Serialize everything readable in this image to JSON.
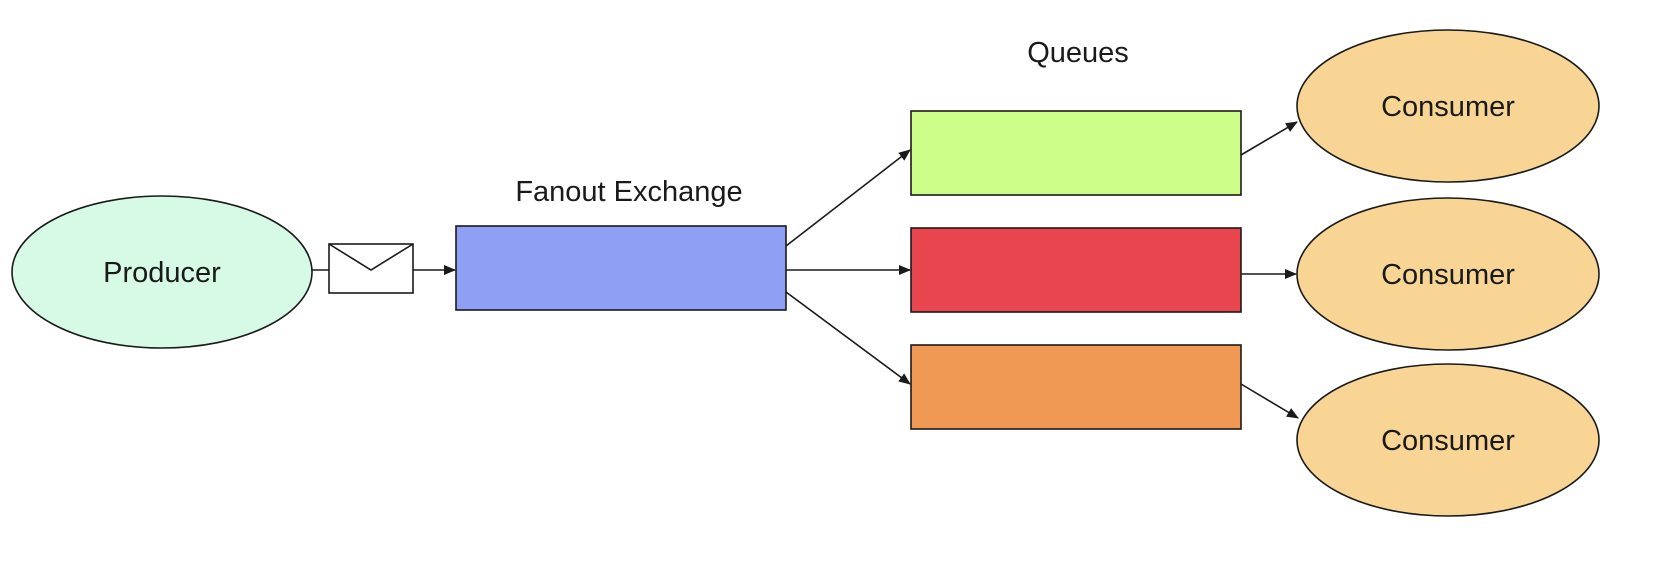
{
  "labels": {
    "producer": "Producer",
    "exchange_title": "Fanout Exchange",
    "queues_title": "Queues",
    "consumer_1": "Consumer",
    "consumer_2": "Consumer",
    "consumer_3": "Consumer"
  },
  "colors": {
    "producer_fill": "#d6fae6",
    "exchange_fill": "#8fa0f4",
    "queue_1_fill": "#ccfd88",
    "queue_2_fill": "#e9454e",
    "queue_3_fill": "#ef9955",
    "consumer_fill": "#f8d594",
    "envelope_fill": "#ffffff",
    "stroke": "#1a1a1a"
  },
  "icons": {
    "message": "envelope-icon"
  }
}
